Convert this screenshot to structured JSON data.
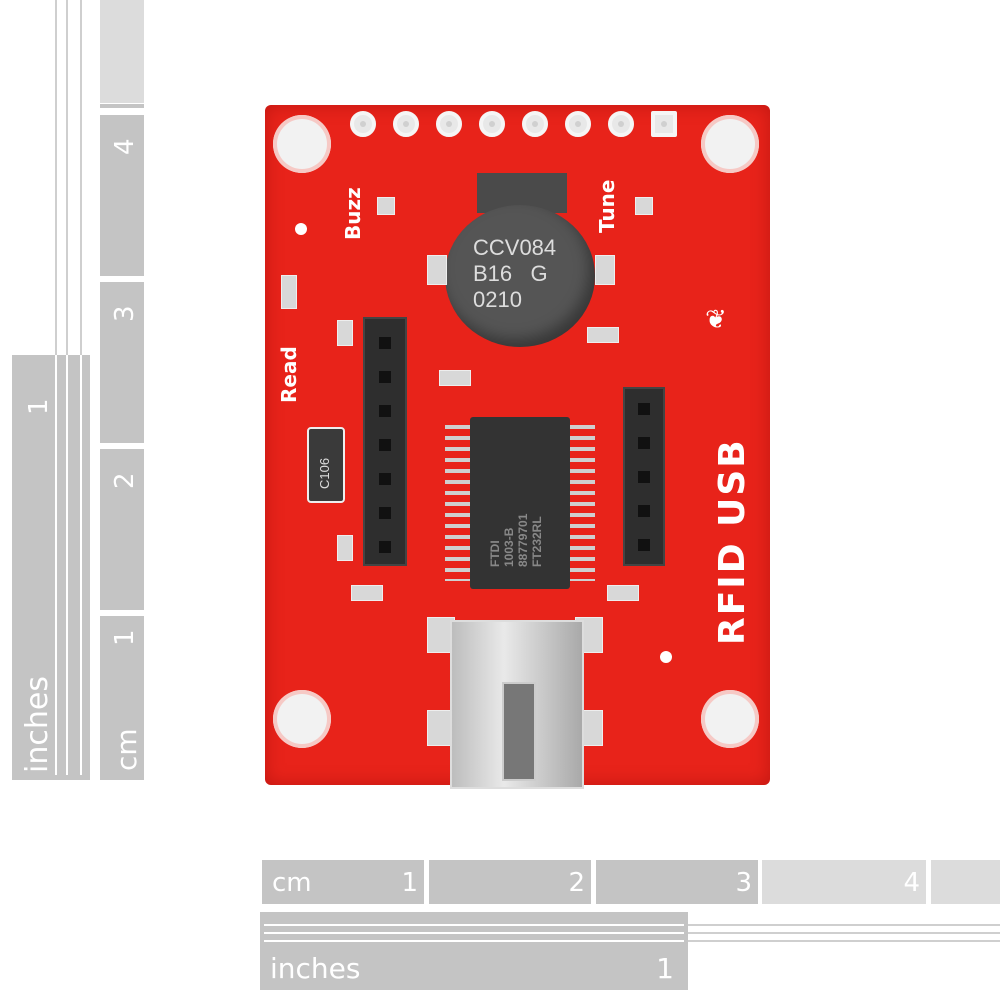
{
  "scene": {
    "subject": "Red RFID USB breakout circuit board with measurement rulers",
    "background_color": "#ffffff",
    "board_color": "#e8231a"
  },
  "board": {
    "title": "RFID USB",
    "labels": {
      "buzz": "Buzz",
      "tune": "Tune",
      "read": "Read"
    },
    "buzzer_marking": [
      "CCV084",
      "B16   G",
      "0210"
    ],
    "ic_marking": [
      "FTDI",
      "1003-B",
      "88779701",
      "FT232RL"
    ],
    "capacitor_marking": "C106",
    "header_pins_count": 8,
    "connector": "mini-USB"
  },
  "ruler_vertical": {
    "cm_label": "cm",
    "cm_ticks": [
      "4",
      "3",
      "2",
      "1"
    ],
    "inch_label": "inches",
    "inch_ticks": [
      "1"
    ]
  },
  "ruler_horizontal": {
    "cm_label": "cm",
    "cm_ticks": [
      "1",
      "2",
      "3",
      "4"
    ],
    "inch_label": "inches",
    "inch_ticks": [
      "1"
    ]
  }
}
